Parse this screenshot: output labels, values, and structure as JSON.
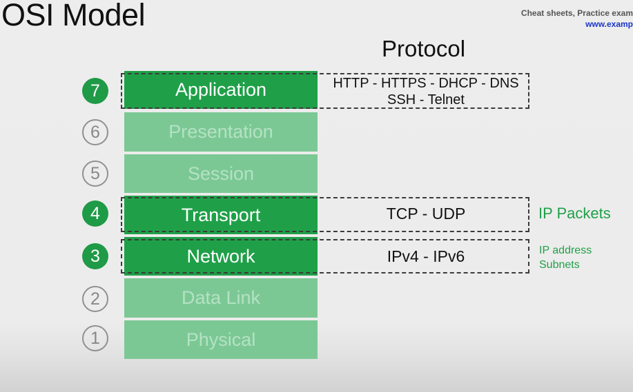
{
  "title": "OSI Model",
  "corner": {
    "line1": "Cheat sheets, Practice exam",
    "line2": "www.examp"
  },
  "protocol_header": "Protocol",
  "layers": [
    {
      "number": "7",
      "name": "Application",
      "active": true
    },
    {
      "number": "6",
      "name": "Presentation",
      "active": false
    },
    {
      "number": "5",
      "name": "Session",
      "active": false
    },
    {
      "number": "4",
      "name": "Transport",
      "active": true
    },
    {
      "number": "3",
      "name": "Network",
      "active": true
    },
    {
      "number": "2",
      "name": "Data Link",
      "active": false
    },
    {
      "number": "1",
      "name": "Physical",
      "active": false
    }
  ],
  "protocols": {
    "application": {
      "line1": "HTTP - HTTPS - DHCP - DNS",
      "line2": "SSH - Telnet"
    },
    "transport": "TCP - UDP",
    "network": "IPv4 - IPv6"
  },
  "side_labels": {
    "transport": "IP Packets",
    "network_line1": "IP address",
    "network_line2": "Subnets"
  },
  "colors": {
    "active_green": "#1fa048",
    "inactive_green": "#7cc895",
    "link_blue": "#1a35c9"
  }
}
